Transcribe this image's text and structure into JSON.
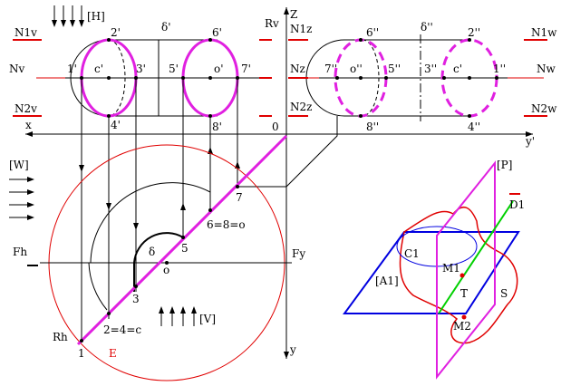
{
  "labels": {
    "H": "[H]",
    "N1v": "N1v",
    "Nv": "Nv",
    "N2v": "N2v",
    "x": "x",
    "p2p": "2'",
    "p6p": "6'",
    "delta_p": "δ'",
    "p1p": "1'",
    "cp": "c'",
    "p3p": "3'",
    "p5p": "5'",
    "op": "o'",
    "p7p": "7'",
    "p4p": "4'",
    "p8p": "8'",
    "Rv": "Rv",
    "Z": "Z",
    "N1z": "N1z",
    "Nz": "Nz",
    "N2z": "N2z",
    "zero": "0",
    "p6pp": "6''",
    "delta_pp": "δ''",
    "p2pp": "2''",
    "p7pp": "7''",
    "opp": "o''",
    "p5pp": "5''",
    "p3pp": "3''",
    "cpp": "c'",
    "p1pp": "1''",
    "p8pp": "8''",
    "p4pp": "4''",
    "N1w": "N1w",
    "Nw": "Nw",
    "N2w": "N2w",
    "yprime": "y'",
    "W": "[W]",
    "Fh": "Fh",
    "Fy": "Fy",
    "q7": "7",
    "q68o": "6=8=o",
    "q5": "5",
    "delta": "δ",
    "o": "o",
    "q3": "3",
    "q24c": "2=4=c",
    "V": "[V]",
    "Rh": "Rh",
    "q1": "1",
    "E": "E",
    "y": "y",
    "P": "[P]",
    "D1": "D1",
    "C1": "C1",
    "M1": "M1",
    "A1": "[A1]",
    "T": "T",
    "S": "S",
    "M2": "M2"
  },
  "colors": {
    "magenta": "#e020e0",
    "red": "#e00000",
    "blue": "#0000e0",
    "green": "#00d000",
    "black": "#000000"
  }
}
